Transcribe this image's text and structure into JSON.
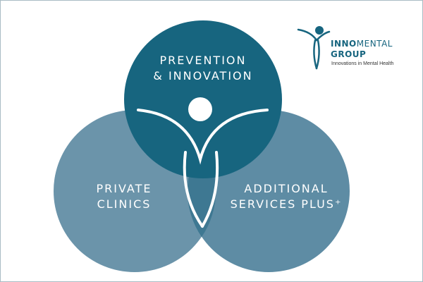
{
  "logo": {
    "brand_strong": "INNO",
    "brand_light": "MENTAL",
    "brand_line2": "GROUP",
    "tagline": "Innovations in Mental Health",
    "color": "#17657f"
  },
  "venn": {
    "top": {
      "line1": "PREVENTION",
      "line2": "& INNOVATION",
      "color": "#17657f"
    },
    "left": {
      "line1": "PRIVATE",
      "line2": "CLINICS",
      "color": "#6b94aa"
    },
    "right": {
      "line1": "ADDITIONAL",
      "line2": "SERVICES PLUS⁺",
      "color": "#5e8ca4"
    },
    "center_lens_color": "#3e7892",
    "figure_color": "#ffffff"
  }
}
